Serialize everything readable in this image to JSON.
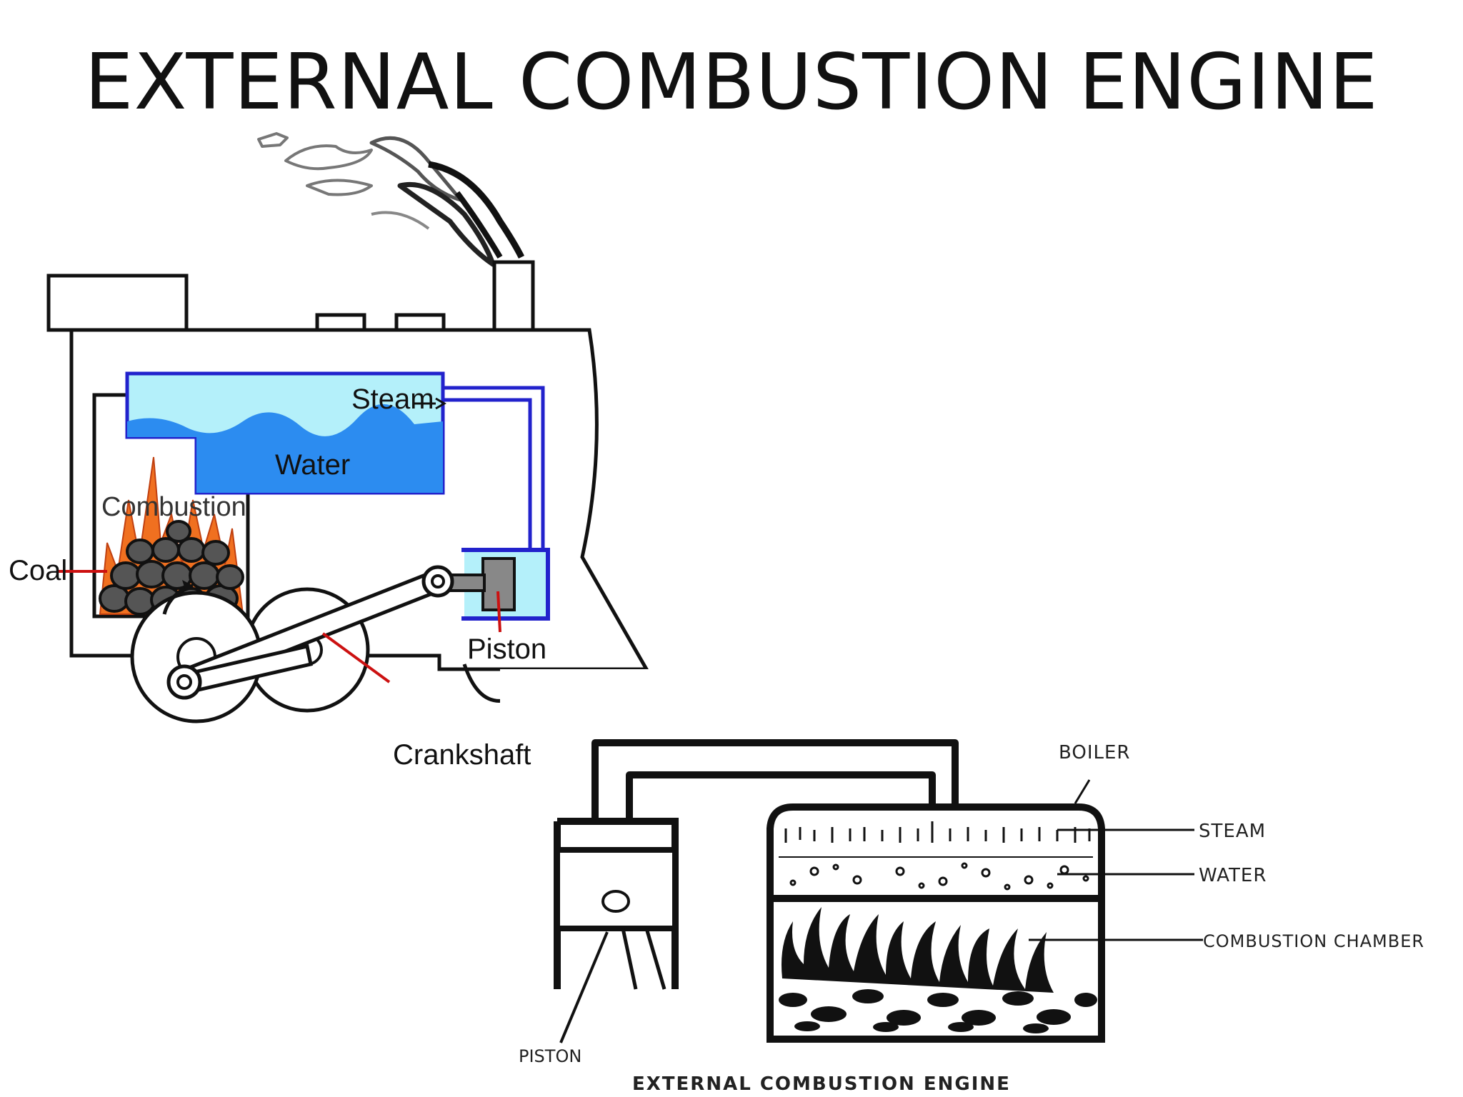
{
  "slide": {
    "title": "EXTERNAL COMBUSTION ENGINE"
  },
  "locomotive": {
    "labels": {
      "steam": "Steam",
      "water": "Water",
      "combustion": "Combustion",
      "coal": "Coal",
      "piston": "Piston",
      "crankshaft": "Crankshaft"
    },
    "colors": {
      "steam_fill": "#b4f0fa",
      "water_fill": "#2c8cf0",
      "pipe": "#2222cc",
      "flame": "#f07020",
      "leader": "#cc1111"
    }
  },
  "schematic": {
    "labels": {
      "boiler": "BOILER",
      "steam": "STEAM",
      "water": "WATER",
      "combustion_chamber": "COMBUSTION CHAMBER",
      "piston": "PISTON",
      "caption": "EXTERNAL COMBUSTION ENGINE"
    }
  }
}
